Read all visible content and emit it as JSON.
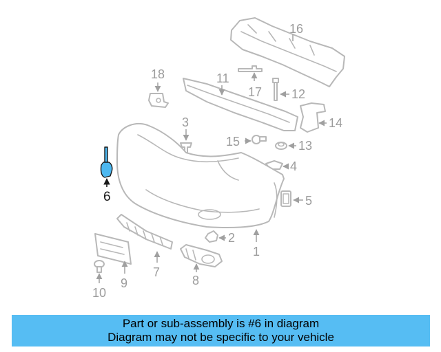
{
  "diagram": {
    "callouts": {
      "c1": "1",
      "c2": "2",
      "c3": "3",
      "c4": "4",
      "c5": "5",
      "c6": "6",
      "c7": "7",
      "c8": "8",
      "c9": "9",
      "c10": "10",
      "c11": "11",
      "c12": "12",
      "c13": "13",
      "c14": "14",
      "c15": "15",
      "c16": "16",
      "c17": "17",
      "c18": "18"
    },
    "highlighted_part": "6",
    "highlight_color": "#4db8f0"
  },
  "banner": {
    "line1": "Part or sub-assembly is #6 in diagram",
    "line2": "Diagram may not be specific to your vehicle",
    "background": "#56bdf3"
  }
}
